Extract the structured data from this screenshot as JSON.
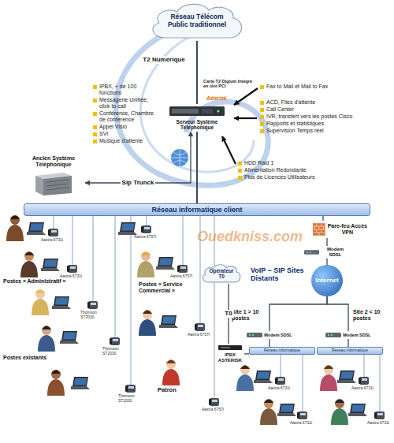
{
  "diagram": {
    "nodes": [
      {
        "text": [
          "Réseau Télécom Public traditionnel"
        ]
      },
      {
        "text": [
          "Serveur Système Téléphonique"
        ]
      },
      {
        "text": [
          "Ancien Système Téléphonique"
        ]
      },
      {
        "text": [
          "Réseau informatique client"
        ]
      },
      {
        "text": [
          "Pare-feu Accès VPN"
        ]
      },
      {
        "text": [
          "Modem SDSL"
        ]
      },
      {
        "text": [
          "Internet"
        ]
      },
      {
        "text": [
          "Opérateur T0"
        ]
      },
      {
        "text": [
          "IPBX ASTERISK"
        ]
      },
      {
        "text": [
          "Modem SDSL"
        ]
      },
      {
        "text": [
          "Modem SDSL"
        ]
      },
      {
        "text": [
          "Réseau informatique"
        ]
      },
      {
        "text": [
          "Réseau informatique"
        ]
      }
    ],
    "edges": [
      {
        "from": 0,
        "to": 1,
        "label": "T2 Numérique",
        "arrow": "none"
      },
      {
        "from": 1,
        "to": 3,
        "arrow": "none"
      },
      {
        "from": 2,
        "to": 1,
        "label": "Sip Trunck",
        "arrow": "both"
      },
      {
        "from": 3,
        "to": 4,
        "arrow": "none"
      },
      {
        "from": 4,
        "to": 5,
        "arrow": "none"
      },
      {
        "from": 5,
        "to": 6,
        "arrow": "none"
      },
      {
        "from": 6,
        "to": 9,
        "arrow": "none"
      },
      {
        "from": 6,
        "to": 10,
        "arrow": "none"
      },
      {
        "from": 7,
        "to": 8,
        "label": "T0",
        "arrow": "none"
      },
      {
        "from": 8,
        "to": 11,
        "arrow": "none"
      },
      {
        "from": 9,
        "to": 11,
        "arrow": "none"
      },
      {
        "from": 10,
        "to": 12,
        "arrow": "none"
      }
    ],
    "labels": [
      "Carte T2 Digium Intégré en slot PCI",
      "Asterisk",
      "IPBX, + de 100 fonctions",
      "Messagerie Unifiée, click to call",
      "Conférence, Chambre de conférence",
      "Appel Visio",
      "SVI",
      "Musique d'attente",
      "Fax to Mail et Mail to Fax",
      "ACD, Files d'attente",
      "Call Center",
      "IVR, transfert vers les postes Cisco",
      "Rapports et statistiques",
      "Supervision Temps réel",
      "HDD Raid 1",
      "Alimentation Redondante",
      "Plus de Licences Utilisateurs",
      "Ouedkniss.com",
      "Postes « Administratif »",
      "Postes existants",
      "Postes « Service Commercial »",
      "Patron",
      "VoIP – SIP Sites Distants",
      "Site 1 > 10 postes",
      "Site 2 < 10 postes",
      "Aastra 6731i",
      "Aastra 6731i",
      "Thomson ST2030",
      "Thomson ST2030",
      "Thomson ST2030",
      "Aastra 6757i",
      "Aastra 6757i",
      "Aastra 6757i",
      "Aastra 6757i",
      "Aastra 6731i",
      "Aastra 6731i",
      "Aastra 6731i",
      "Aastra 6731i"
    ]
  }
}
